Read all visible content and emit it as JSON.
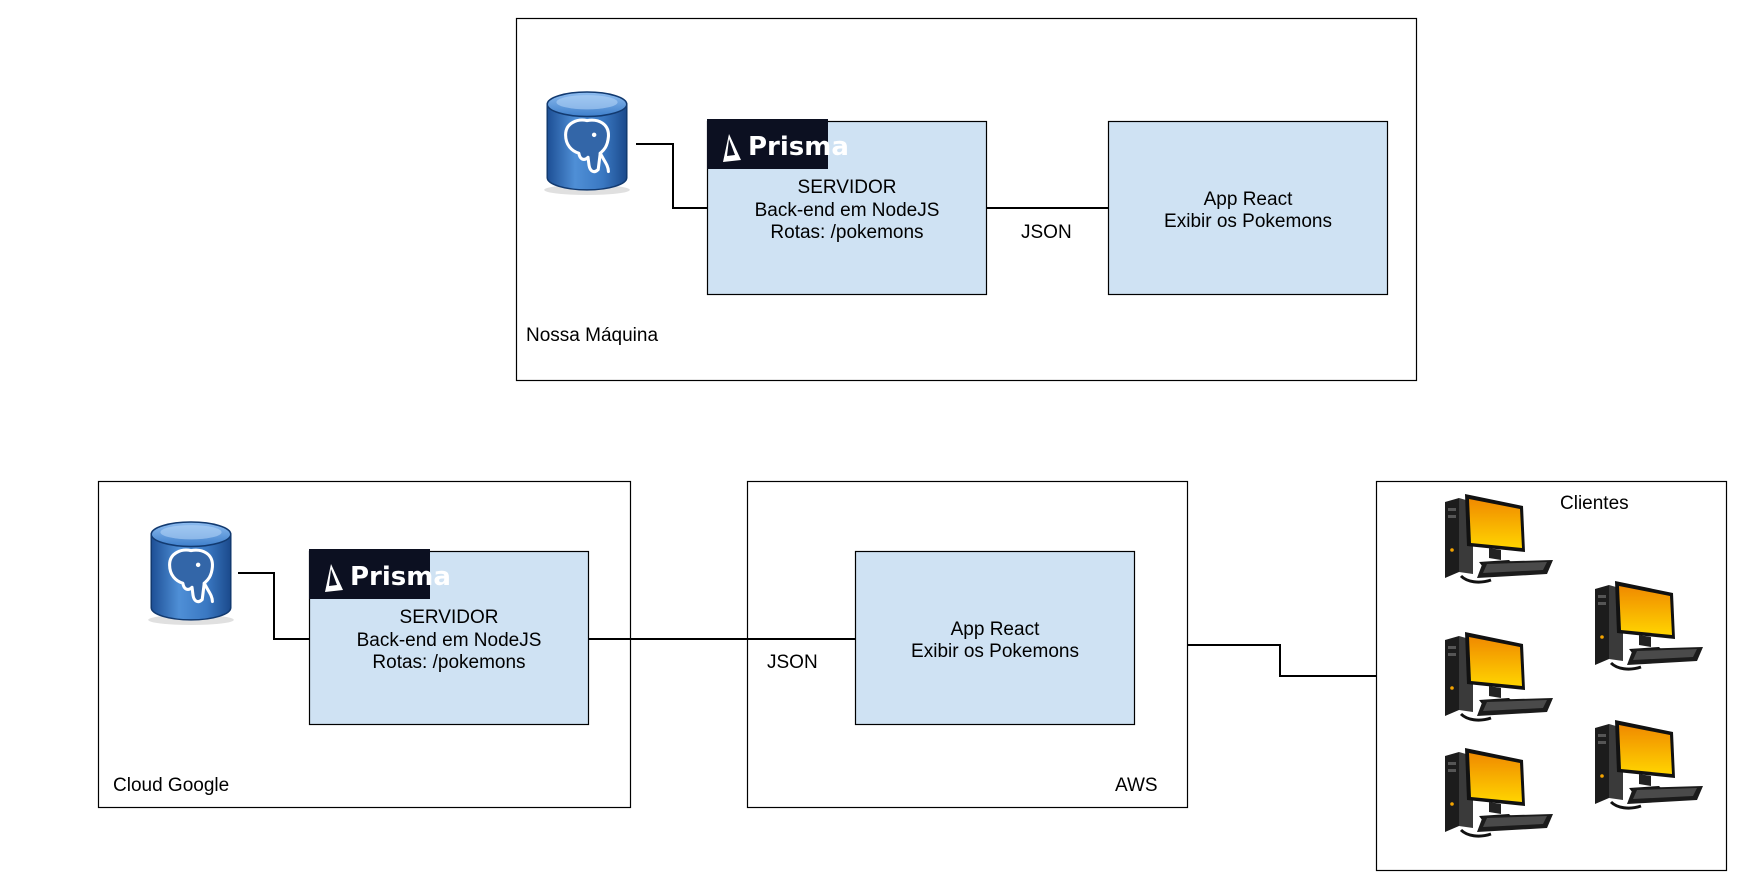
{
  "top": {
    "container_label": "Nossa Máquina",
    "server": {
      "logo_text": "Prisma",
      "line1": "SERVIDOR",
      "line2": "Back-end em NodeJS",
      "line3": "Rotas: /pokemons"
    },
    "app": {
      "line1": "App React",
      "line2": "Exibir os Pokemons"
    },
    "link_label": "JSON"
  },
  "bottom": {
    "cloud_label": "Cloud Google",
    "server": {
      "logo_text": "Prisma",
      "line1": "SERVIDOR",
      "line2": "Back-end em NodeJS",
      "line3": "Rotas: /pokemons"
    },
    "aws_label": "AWS",
    "app": {
      "line1": "App React",
      "line2": "Exibir os Pokemons"
    },
    "link_label": "JSON",
    "clients_label": "Clientes"
  },
  "colors": {
    "node_fill": "#cfe2f3",
    "logo_bg": "#0c1021",
    "db_blue": "#2f6fb7",
    "monitor_orange": "#f5a400"
  },
  "icons": {
    "database": "postgresql-elephant-database-icon",
    "logo": "prisma-logo",
    "client": "desktop-computer-icon"
  }
}
